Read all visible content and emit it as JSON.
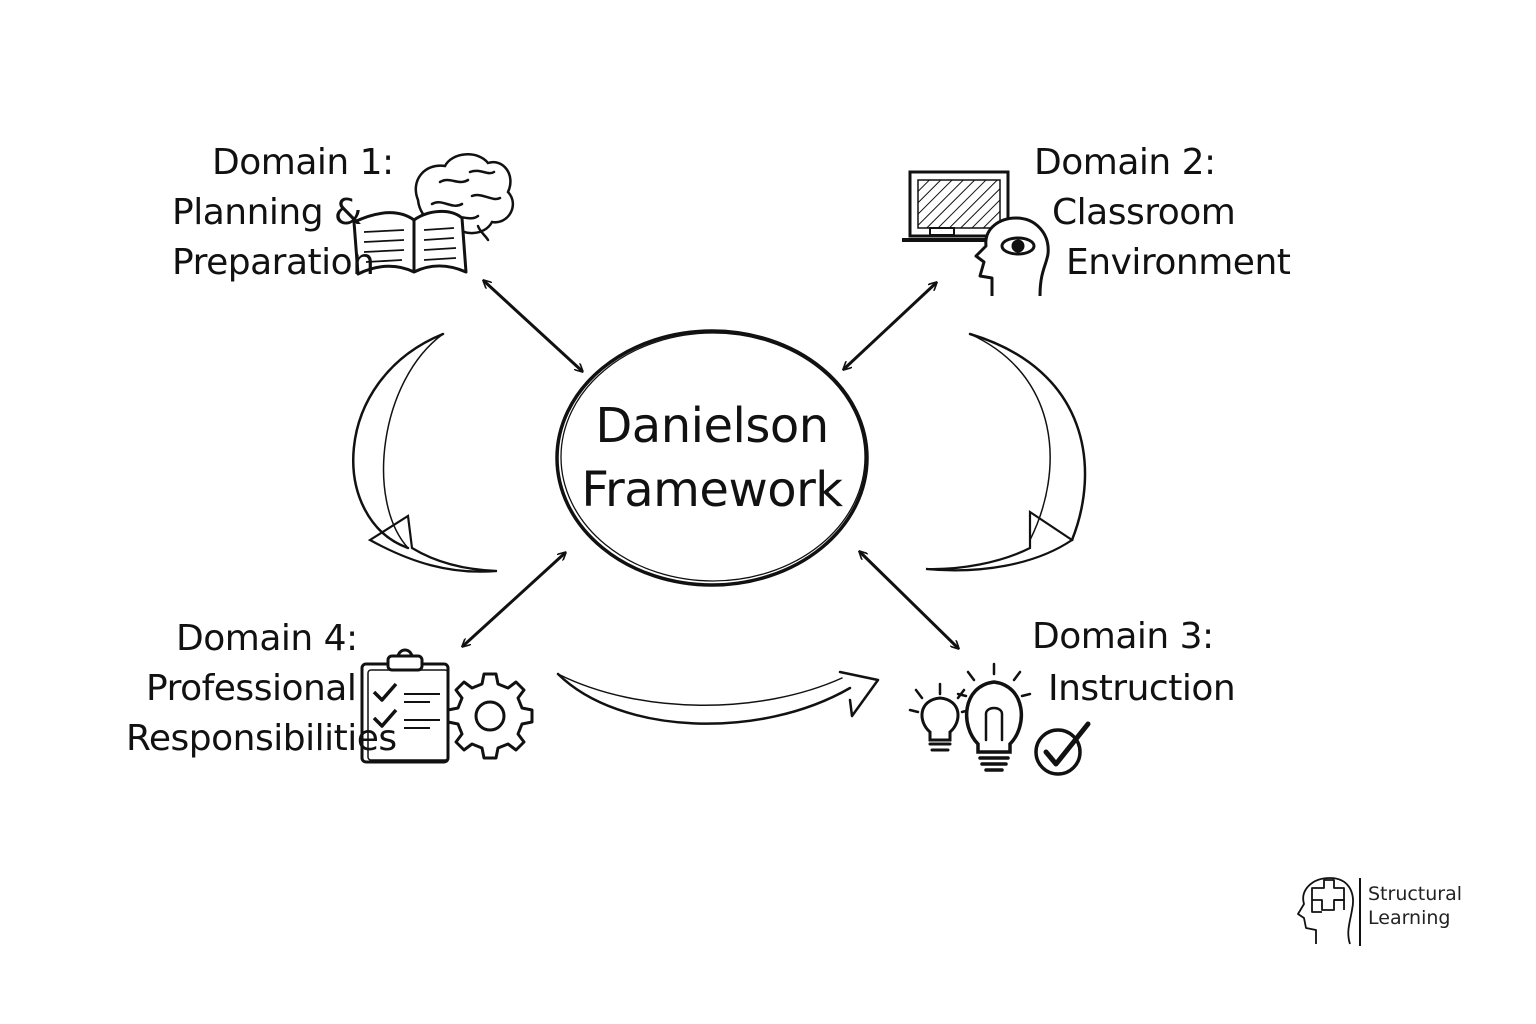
{
  "center": {
    "line1": "Danielson",
    "line2": "Framework"
  },
  "domains": [
    {
      "heading": "Domain 1:",
      "line1": "Planning &",
      "line2": "Preparation",
      "icons": [
        "brain-icon",
        "open-book-icon"
      ]
    },
    {
      "heading": "Domain 2:",
      "line1": "Classroom",
      "line2": "Environment",
      "icons": [
        "chalkboard-icon",
        "head-with-eye-icon"
      ]
    },
    {
      "heading": "Domain 3:",
      "line1": "Instruction",
      "icons": [
        "small-lightbulb-icon",
        "lightbulb-icon",
        "checkmark-circle-icon"
      ]
    },
    {
      "heading": "Domain 4:",
      "line1": "Professional",
      "line2": "Responsibilities",
      "icons": [
        "clipboard-checklist-icon",
        "gear-icon"
      ]
    }
  ],
  "logo": {
    "line1": "Structural",
    "line2": "Learning",
    "icon": "head-with-puzzle-icon"
  },
  "colors": {
    "ink": "#111111",
    "background": "#ffffff"
  }
}
